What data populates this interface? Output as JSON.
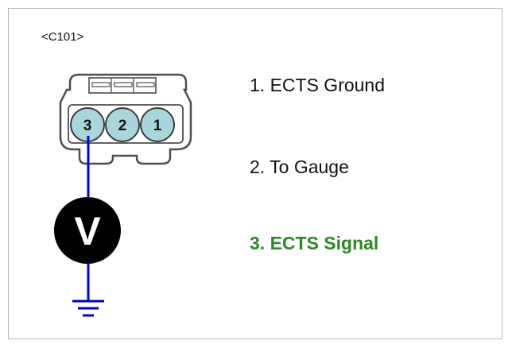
{
  "connector": {
    "id_label": "<C101>",
    "pins": [
      "3",
      "2",
      "1"
    ]
  },
  "meter": {
    "symbol": "V"
  },
  "legend": [
    {
      "text": "1. ECTS Ground",
      "color": "#111111"
    },
    {
      "text": "2. To Gauge",
      "color": "#111111"
    },
    {
      "text": "3. ECTS Signal",
      "color": "#2b8a25"
    }
  ],
  "colors": {
    "wire": "#0000cc",
    "connector_fill": "#ffffff",
    "pin_fill": "#a9d6dd",
    "meter_fill": "#000000",
    "highlight": "#2b8a25"
  }
}
